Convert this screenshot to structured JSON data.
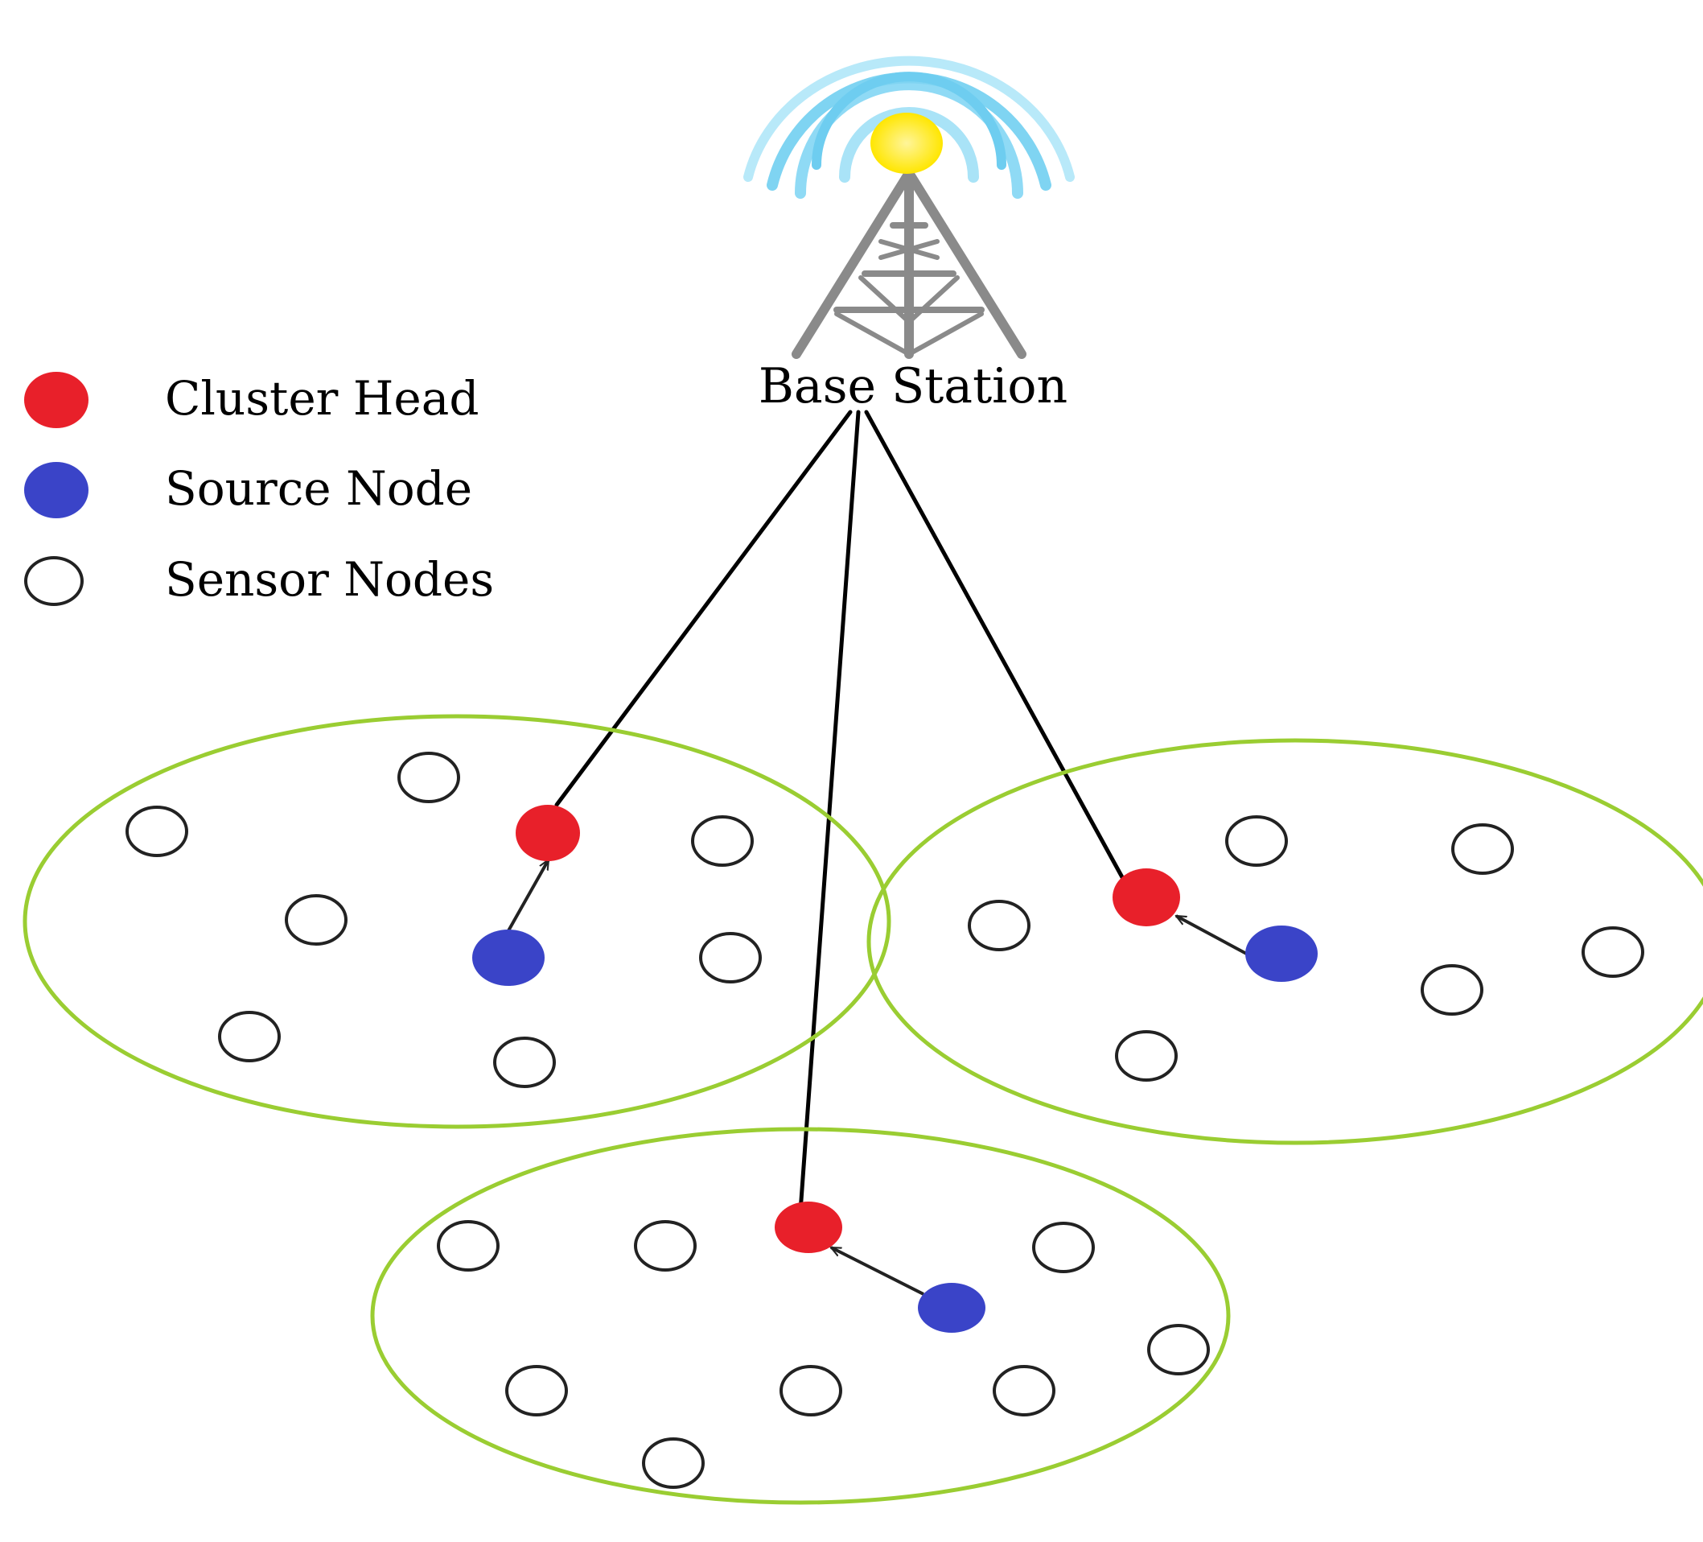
{
  "base_station": {
    "label": "Base Station"
  },
  "legend": {
    "items": [
      {
        "label": "Cluster Head",
        "icon": "cluster-head-icon",
        "color": "#e8202a"
      },
      {
        "label": "Source Node",
        "icon": "source-node-icon",
        "color": "#3a44c8"
      },
      {
        "label": "Sensor Nodes",
        "icon": "sensor-node-icon",
        "color": "#ffffff"
      }
    ]
  },
  "colors": {
    "cluster_boundary": "#9acd32",
    "cluster_head": "#e8202a",
    "source_node": "#3a44c8",
    "beacon": "#ffe600",
    "tower": "#888888",
    "signal_waves": "#7fd4f2",
    "links": "#000000"
  }
}
